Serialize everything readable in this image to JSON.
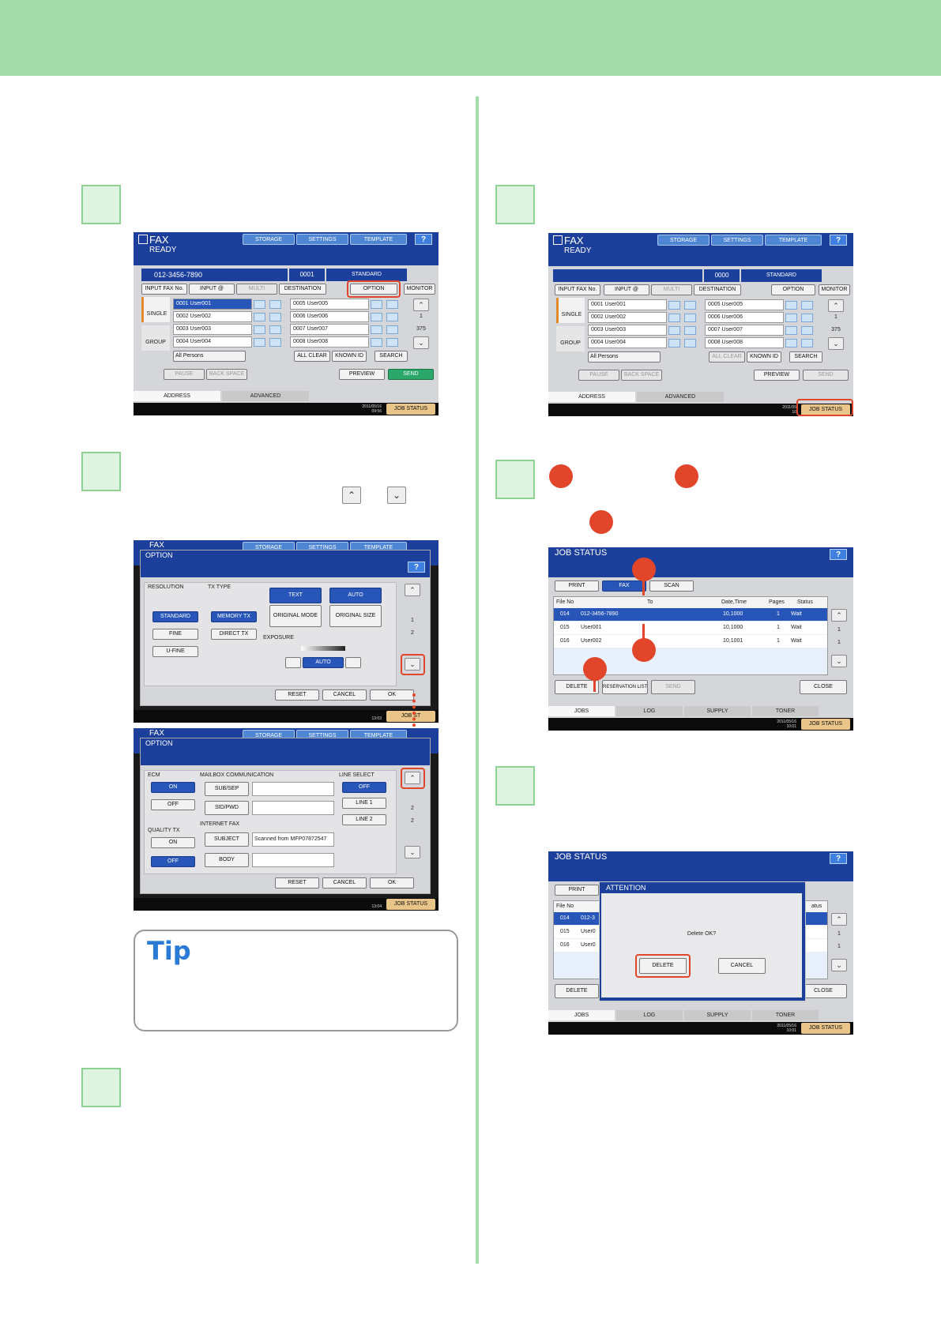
{
  "fax_screen": {
    "title": "FAX",
    "status": "READY",
    "storage": "STORAGE",
    "settings": "SETTINGS",
    "template": "TEMPLATE",
    "help": "?",
    "number": "012-3456-7890",
    "count": "0001",
    "standard": "STANDARD",
    "input_fax_no": "INPUT FAX No.",
    "input_at": "INPUT @",
    "multi": "MULTI",
    "destination": "DESTINATION",
    "option": "OPTION",
    "monitor": "MONITOR",
    "single": "SINGLE",
    "group": "GROUP",
    "users_left": [
      {
        "no": "0001",
        "name": "User001"
      },
      {
        "no": "0002",
        "name": "User002"
      },
      {
        "no": "0003",
        "name": "User003"
      },
      {
        "no": "0004",
        "name": "User004"
      }
    ],
    "users_right": [
      {
        "no": "0005",
        "name": "User005"
      },
      {
        "no": "0006",
        "name": "User006"
      },
      {
        "no": "0007",
        "name": "User007"
      },
      {
        "no": "0008",
        "name": "User008"
      }
    ],
    "page_current": "1",
    "page_total": "375",
    "all_persons": "All Persons",
    "all_clear": "ALL CLEAR",
    "known_id": "KNOWN ID",
    "search": "SEARCH",
    "pause": "PAUSE",
    "back_space": "BACK SPACE",
    "preview": "PREVIEW",
    "send": "SEND",
    "tab_address": "ADDRESS",
    "tab_advanced": "ADVANCED",
    "date": "2011/05/16",
    "time": "09:56",
    "job_status": "JOB STATUS"
  },
  "fax_screen2": {
    "count": "0000",
    "date_short": "2011/05",
    "time_short": "10"
  },
  "option1": {
    "title": "OPTION",
    "resolution": "RESOLUTION",
    "tx_type": "TX TYPE",
    "standard": "STANDARD",
    "fine": "FINE",
    "ufine": "U-FINE",
    "memory_tx": "MEMORY TX",
    "direct_tx": "DIRECT TX",
    "text": "TEXT",
    "auto": "AUTO",
    "original_mode": "ORIGINAL MODE",
    "original_size": "ORIGINAL SIZE",
    "exposure": "EXPOSURE",
    "exp_auto": "AUTO",
    "reset": "RESET",
    "cancel": "CANCEL",
    "ok": "OK",
    "page_current": "1",
    "page_total": "2",
    "job_status": "JOB ST",
    "time": "13:03"
  },
  "option2": {
    "ecm": "ECM",
    "on": "ON",
    "off": "OFF",
    "mailbox": "MAILBOX COMMUNICATION",
    "sub_sep": "SUB/SEP",
    "sid_pwd": "SID/PWD",
    "line_select": "LINE SELECT",
    "line_off": "OFF",
    "line1": "LINE 1",
    "line2": "LINE 2",
    "quality_tx": "QUALITY TX",
    "qon": "ON",
    "qoff": "OFF",
    "internet_fax": "INTERNET FAX",
    "subject": "SUBJECT",
    "subject_value": "Scanned from MFP07872547",
    "body": "BODY",
    "page_current": "2",
    "page_total": "2",
    "job_status": "JOB STATUS",
    "time": "13:04"
  },
  "tip": {
    "title": "Tip"
  },
  "jobs": {
    "title": "JOB STATUS",
    "help": "?",
    "print": "PRINT",
    "fax": "FAX",
    "scan": "SCAN",
    "col_file": "File No",
    "col_to": "To",
    "col_date": "Date,Time",
    "col_pages": "Pages",
    "col_status": "Status",
    "rows": [
      {
        "file": "014",
        "to": "012-3456-7890",
        "date": "10,1000",
        "pages": "1",
        "status": "Wait"
      },
      {
        "file": "015",
        "to": "User001",
        "date": "10,1000",
        "pages": "1",
        "status": "Wait"
      },
      {
        "file": "016",
        "to": "User002",
        "date": "10,1001",
        "pages": "1",
        "status": "Wait"
      }
    ],
    "delete": "DELETE",
    "reservation": "RESERVATION LIST",
    "send": "SEND",
    "close": "CLOSE",
    "tab_jobs": "JOBS",
    "tab_log": "LOG",
    "tab_supply": "SUPPLY",
    "tab_toner": "TONER",
    "page_current": "1",
    "page_total": "1",
    "date": "2011/05/16",
    "time": "10:01",
    "job_status": "JOB STATUS"
  },
  "attention": {
    "title": "ATTENTION",
    "message": "Delete OK?",
    "delete": "DELETE",
    "cancel": "CANCEL",
    "partial_rows": [
      "012-3",
      "User0",
      "User0"
    ],
    "status_partial": "atus"
  },
  "colors": {
    "accent_green": "#a4dcaa",
    "highlight_red": "#e2462a",
    "screen_blue": "#1b3f9b"
  }
}
